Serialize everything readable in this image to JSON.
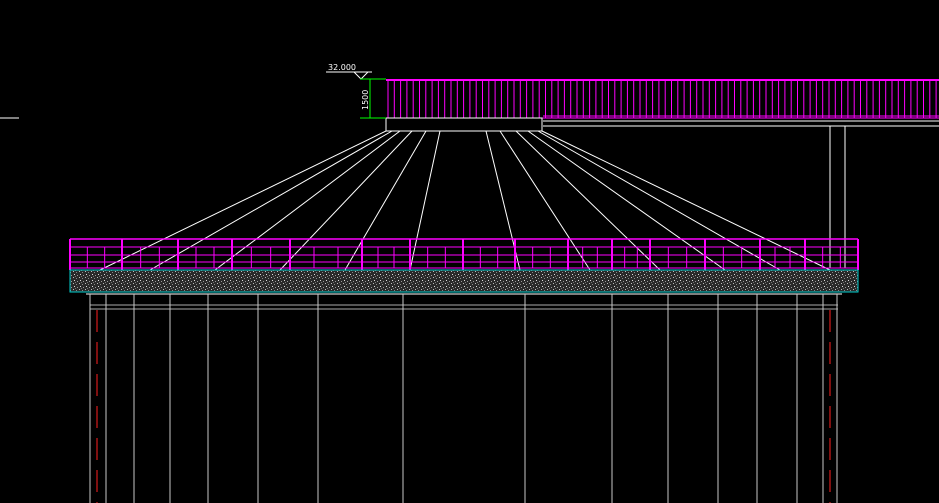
{
  "app": {
    "view": "cad-model-space-drawing"
  },
  "annotations": {
    "elevation_label": "32.000",
    "dimension_label": "1500"
  },
  "colors": {
    "background": "#000000",
    "railing": "#ff00ff",
    "structure_lines": "#ffffff",
    "dimension": "#00ff00",
    "slab_edge": "#00ffff",
    "centerline": "#ff0000",
    "columns": "#c8c8c8"
  }
}
